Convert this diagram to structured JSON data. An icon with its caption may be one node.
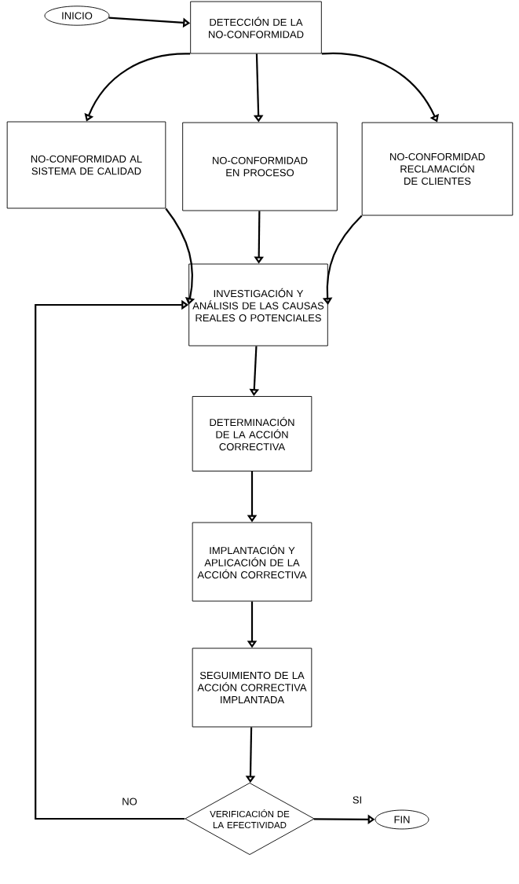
{
  "diagram": {
    "nodes": [
      {
        "text": [
          "INICIO"
        ]
      },
      {
        "text": [
          "DETECCIÓN DE LA NO-CONFORMIDAD"
        ]
      },
      {
        "text": [
          "NO-CONFORMIDAD AL SISTEMA DE CALIDAD"
        ]
      },
      {
        "text": [
          "NO-CONFORMIDAD EN PROCESO"
        ]
      },
      {
        "text": [
          "NO-CONFORMIDAD RECLAMACIÓN DE CLIENTES"
        ]
      },
      {
        "text": [
          "INVESTIGACIÓN Y ANÁLISIS DE LAS CAUSAS REALES O POTENCIALES"
        ]
      },
      {
        "text": [
          "DETERMINACIÓN DE LA ACCIÓN CORRECTIVA"
        ]
      },
      {
        "text": [
          "IMPLANTACIÓN Y APLICACIÓN DE LA ACCIÓN CORRECTIVA"
        ]
      },
      {
        "text": [
          "SEGUIMIENTO DE LA ACCIÓN CORRECTIVA IMPLANTADA"
        ]
      },
      {
        "text": [
          "VERIFICACIÓN DE LA EFECTIVIDAD"
        ]
      },
      {
        "text": [
          "FIN"
        ]
      }
    ],
    "edges": [
      {
        "from": 0,
        "to": 1,
        "arrow": "to"
      },
      {
        "from": 1,
        "to": 2,
        "arrow": "to"
      },
      {
        "from": 1,
        "to": 3,
        "arrow": "to"
      },
      {
        "from": 1,
        "to": 4,
        "arrow": "to"
      },
      {
        "from": 2,
        "to": 5,
        "arrow": "to"
      },
      {
        "from": 3,
        "to": 5,
        "arrow": "to"
      },
      {
        "from": 4,
        "to": 5,
        "arrow": "to"
      },
      {
        "from": 5,
        "to": 6,
        "arrow": "to"
      },
      {
        "from": 6,
        "to": 7,
        "arrow": "to"
      },
      {
        "from": 7,
        "to": 8,
        "arrow": "to"
      },
      {
        "from": 8,
        "to": 9,
        "arrow": "to"
      },
      {
        "from": 9,
        "to": 10,
        "arrow": "to",
        "label": "SI"
      },
      {
        "from": 9,
        "to": 5,
        "arrow": "to",
        "label": "NO"
      }
    ]
  }
}
